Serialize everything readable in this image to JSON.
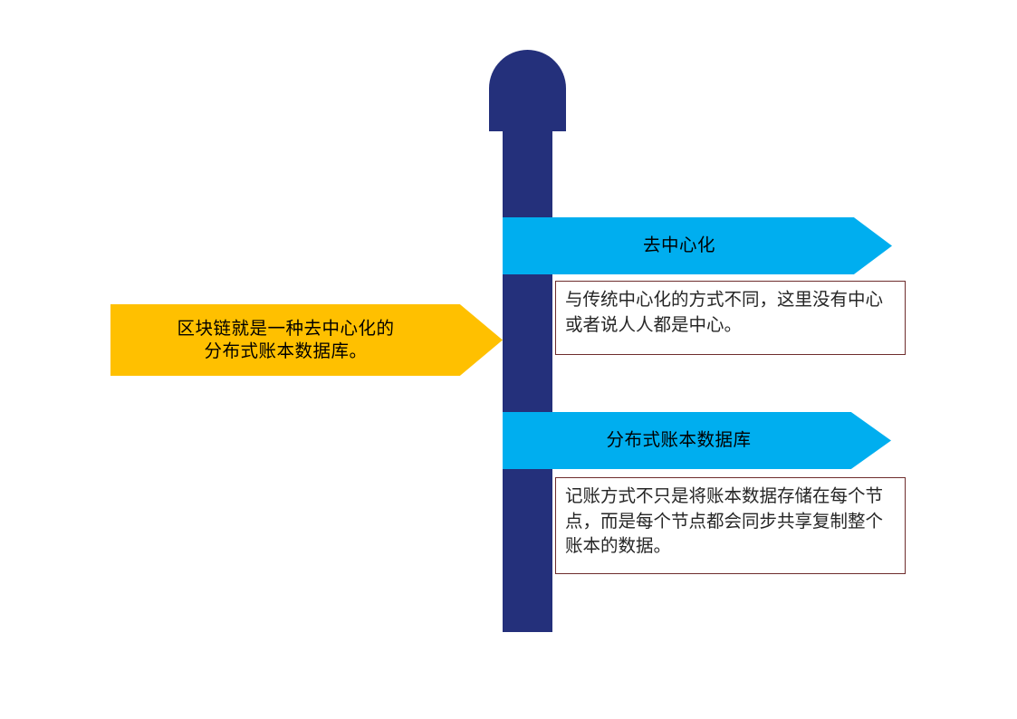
{
  "diagram": {
    "type": "signpost-diagram",
    "background_color": "#FFFFFF",
    "colors": {
      "post": "#24307B",
      "main_arrow": "#FFC000",
      "branch_arrow": "#00AEEF",
      "box_border": "#6E2D2D",
      "box_fill": "#FFFFFF",
      "text": "#000000"
    }
  },
  "main_arrow": {
    "label": "区块链就是一种去中心化的\n分布式账本数据库。",
    "direction": "right"
  },
  "branches": [
    {
      "arrow_label": "去中心化",
      "description": "与传统中心化的方式不同，这里没有中心或者说人人都是中心。"
    },
    {
      "arrow_label": "分布式账本数据库",
      "description": "记账方式不只是将账本数据存储在每个节点，而是每个节点都会同步共享复制整个账本的数据。"
    }
  ]
}
